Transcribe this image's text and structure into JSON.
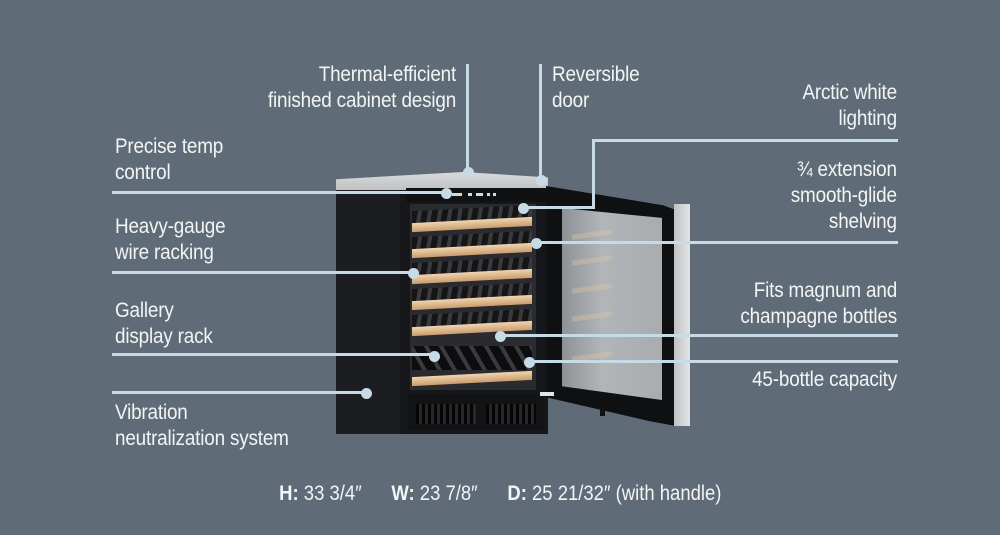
{
  "callouts": {
    "thermal": [
      "Thermal-efficient",
      "finished cabinet design"
    ],
    "reversible": [
      "Reversible",
      "door"
    ],
    "arctic": [
      "Arctic white",
      "lighting"
    ],
    "temp": [
      "Precise temp",
      "control"
    ],
    "extension": [
      "¾ extension",
      "smooth-glide",
      "shelving"
    ],
    "heavy": [
      "Heavy-gauge",
      "wire racking"
    ],
    "gallery": [
      "Gallery",
      "display rack"
    ],
    "magnum": [
      "Fits magnum and",
      "champagne bottles"
    ],
    "capacity": [
      "45-bottle capacity"
    ],
    "vibration": [
      "Vibration",
      "neutralization system"
    ]
  },
  "dimensions": {
    "h_label": "H:",
    "h_value": "33 3/4″",
    "w_label": "W:",
    "w_value": "23 7/8″",
    "d_label": "D:",
    "d_value": "25 21/32″ (with handle)"
  },
  "colors": {
    "background": "#5f6c77",
    "leader_line": "#c6dbe6",
    "text": "#f2f4f5",
    "shelf_wood": "#e2c095"
  }
}
